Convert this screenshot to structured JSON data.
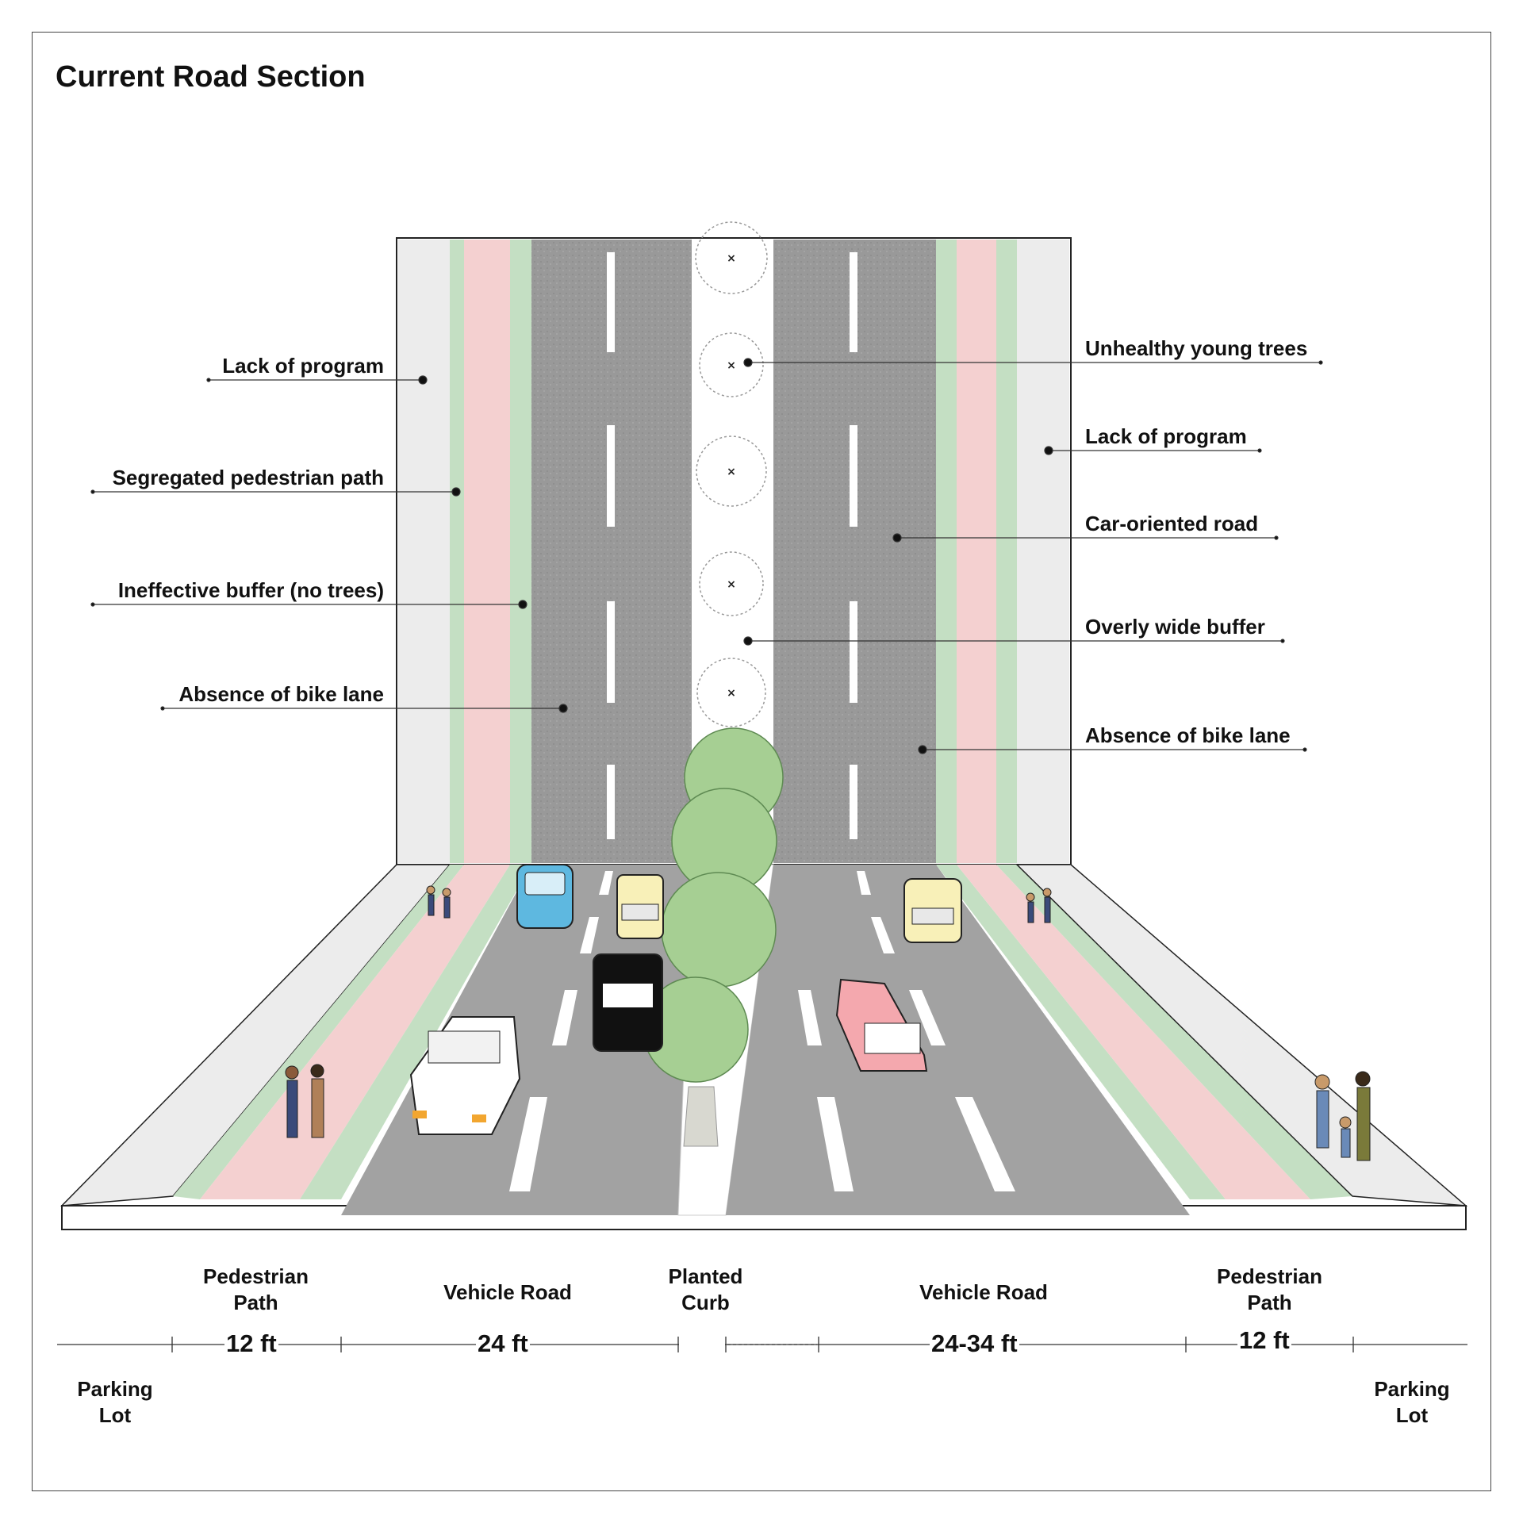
{
  "title": "Current Road Section",
  "annotations_left": [
    "Lack of program",
    "Segregated pedestrian path",
    "Ineffective buffer (no trees)",
    "Absence of bike lane"
  ],
  "annotations_right": [
    "Unhealthy young trees",
    "Lack of program",
    "Car-oriented road",
    "Overly wide buffer",
    "Absence of bike lane"
  ],
  "section_labels": {
    "ped_left": "Pedestrian Path",
    "vehicle_left": "Vehicle Road",
    "planted_curb": "Planted Curb",
    "vehicle_right": "Vehicle Road",
    "ped_right": "Pedestrian Path",
    "parking_left": "Parking Lot",
    "parking_right": "Parking Lot"
  },
  "dimensions": {
    "ped_left": "12 ft",
    "vehicle_left": "24 ft",
    "vehicle_right": "24-34 ft",
    "ped_right": "12 ft"
  },
  "colors": {
    "sidewalk": "#ececec",
    "buffer_green": "#c4dfc3",
    "path_pink": "#f4d0d0",
    "asphalt": "#9b9b9b",
    "asphalt_perspective": "#a2a2a2",
    "tree_green": "#a6cf93",
    "marking": "#ffffff"
  },
  "icons": [
    "tree-icon",
    "car-icon",
    "pedestrian-icon"
  ]
}
